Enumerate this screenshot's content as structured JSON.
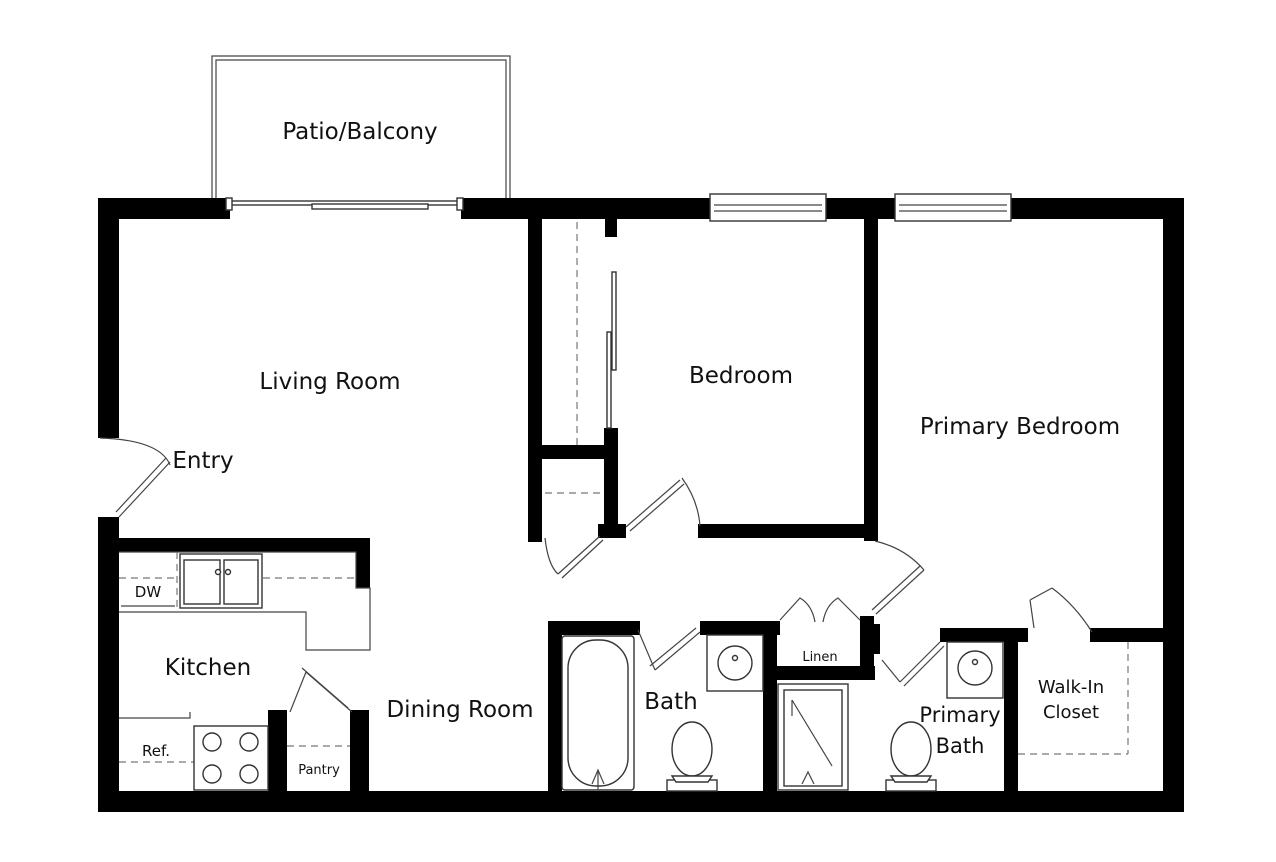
{
  "plan": {
    "wall_color": "#000000",
    "background": "#ffffff",
    "rooms": {
      "patio": "Patio/Balcony",
      "living": "Living Room",
      "entry": "Entry",
      "bedroom": "Bedroom",
      "primary_bedroom": "Primary Bedroom",
      "kitchen": "Kitchen",
      "dw": "DW",
      "ref": "Ref.",
      "pantry": "Pantry",
      "dining": "Dining Room",
      "bath": "Bath",
      "linen": "Linen",
      "primary_bath_line1": "Primary",
      "primary_bath_line2": "Bath",
      "walkin_line1": "Walk-In",
      "walkin_line2": "Closet"
    }
  }
}
